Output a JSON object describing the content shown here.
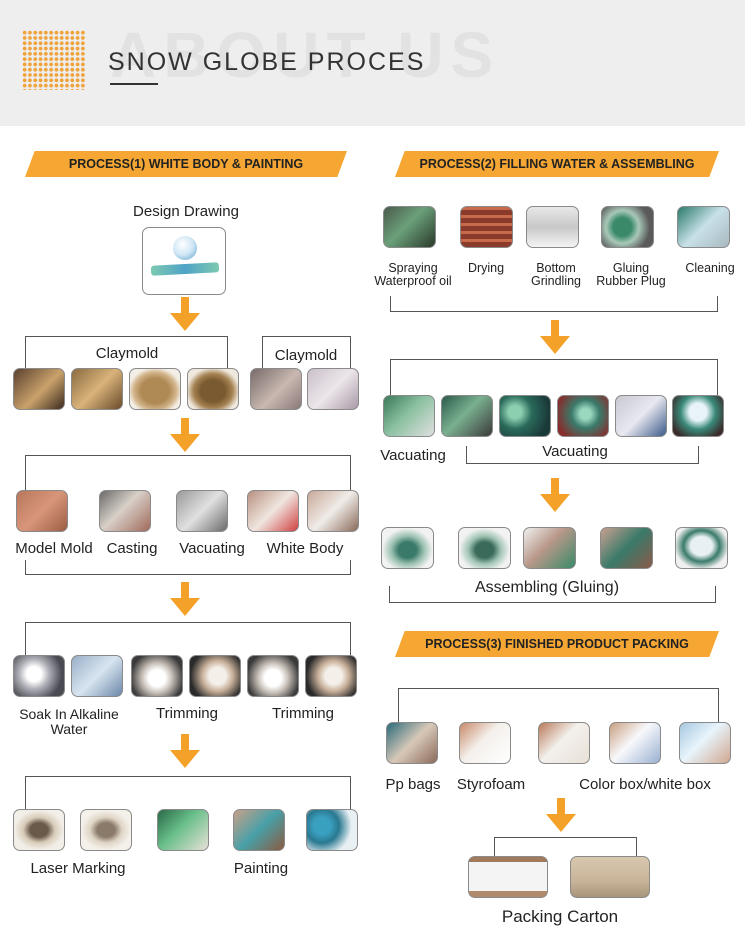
{
  "header": {
    "ghost_text": "ABOUT US",
    "title": "SNOW GLOBE PROCES"
  },
  "colors": {
    "accent": "#f6a733",
    "background": "#ffffff",
    "header_bg": "#eeeeee"
  },
  "process1": {
    "banner": "PROCESS(1)  WHITE BODY & PAINTING",
    "design_drawing": "Design Drawing",
    "claymold_a": "Claymold",
    "claymold_b": "Claymold",
    "row3": [
      "Model Mold",
      "Casting",
      "Vacuating",
      "White Body"
    ],
    "soak": "Soak In Alkaline Water",
    "trimming_a": "Trimming",
    "trimming_b": "Trimming",
    "laser": "Laser Marking",
    "painting": "Painting"
  },
  "process2": {
    "banner": "PROCESS(2)  FILLING WATER & ASSEMBLING",
    "spraying": "Spraying Waterproof oil",
    "drying": "Drying",
    "bottom": "Bottom Grindling",
    "gluing": "Gluing Rubber Plug",
    "cleaning": "Cleaning",
    "vacuating_a": "Vacuating",
    "vacuating_b": "Vacuating",
    "assembling": "Assembling (Gluing)"
  },
  "process3": {
    "banner": "PROCESS(3)  FINISHED PRODUCT PACKING",
    "pp_bags": "Pp bags",
    "styrofoam": "Styrofoam",
    "color_box": "Color box/white box",
    "carton": "Packing Carton"
  }
}
